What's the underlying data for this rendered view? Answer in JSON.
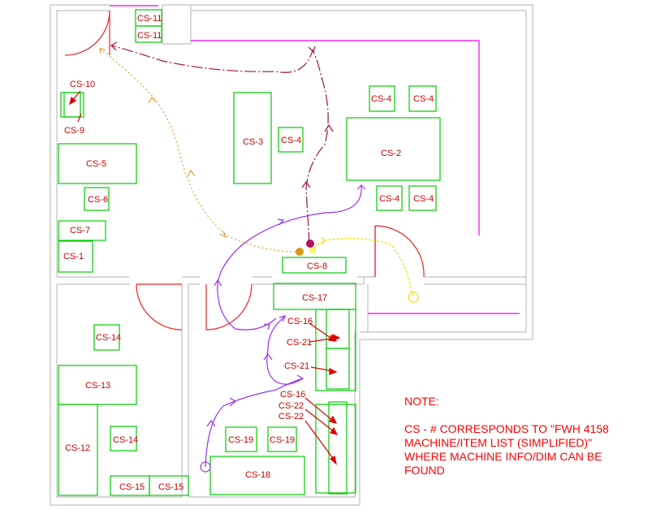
{
  "machines": [
    {
      "key": "cs11a",
      "label": "CS-11"
    },
    {
      "key": "cs11b",
      "label": "CS-11"
    },
    {
      "key": "cs10",
      "label": "CS-10"
    },
    {
      "key": "cs9",
      "label": "CS-9"
    },
    {
      "key": "cs5",
      "label": "CS-5"
    },
    {
      "key": "cs6",
      "label": "CS-6"
    },
    {
      "key": "cs7",
      "label": "CS-7"
    },
    {
      "key": "cs1",
      "label": "CS-1"
    },
    {
      "key": "cs3",
      "label": "CS-3"
    },
    {
      "key": "cs4a",
      "label": "CS-4"
    },
    {
      "key": "cs4b",
      "label": "CS-4"
    },
    {
      "key": "cs4c",
      "label": "CS-4"
    },
    {
      "key": "cs2",
      "label": "CS-2"
    },
    {
      "key": "cs4d",
      "label": "CS-4"
    },
    {
      "key": "cs4e",
      "label": "CS-4"
    },
    {
      "key": "cs8",
      "label": "CS-8"
    },
    {
      "key": "cs17",
      "label": "CS-17"
    },
    {
      "key": "cs16a",
      "label": "CS-16"
    },
    {
      "key": "cs21a",
      "label": "CS-21"
    },
    {
      "key": "cs21b",
      "label": "CS-21"
    },
    {
      "key": "cs16b",
      "label": "CS-16"
    },
    {
      "key": "cs22a",
      "label": "CS-22"
    },
    {
      "key": "cs22b",
      "label": "CS-22"
    },
    {
      "key": "cs14a",
      "label": "CS-14"
    },
    {
      "key": "cs13",
      "label": "CS-13"
    },
    {
      "key": "cs12",
      "label": "CS-12"
    },
    {
      "key": "cs14b",
      "label": "CS-14"
    },
    {
      "key": "cs15a",
      "label": "CS-15"
    },
    {
      "key": "cs15b",
      "label": "CS-15"
    },
    {
      "key": "cs19a",
      "label": "CS-19"
    },
    {
      "key": "cs19b",
      "label": "CS-19"
    },
    {
      "key": "cs18",
      "label": "CS-18"
    }
  ],
  "note": {
    "title": "NOTE:",
    "lines": [
      "CS - # CORRESPONDS TO \"FWH 4158",
      "MACHINE/ITEM LIST (SIMPLIFIED)\"",
      "WHERE MACHINE INFO/DIM CAN BE",
      "FOUND"
    ]
  },
  "colors": {
    "wall": "#c0c0c0",
    "machine": "#00cc00",
    "label": "#cc0000",
    "door": "#ee2222",
    "partition": "#ee00ee",
    "path_maroon": "#a0104a",
    "path_orange": "#e0a030",
    "path_yellow": "#f0e000",
    "path_purple": "#9933ee"
  }
}
